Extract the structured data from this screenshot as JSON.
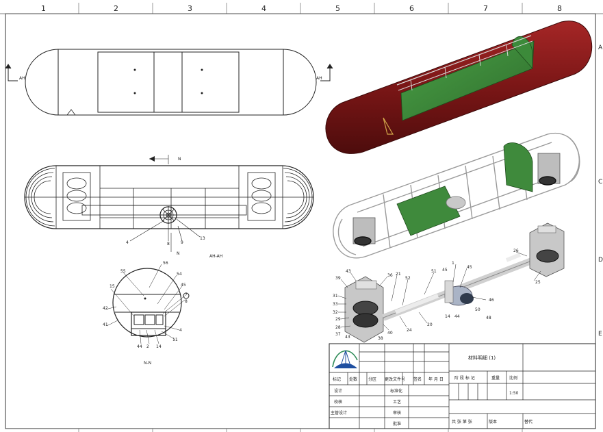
{
  "sheet": {
    "column_numbers": [
      "1",
      "2",
      "3",
      "4",
      "5",
      "6",
      "7",
      "8"
    ],
    "edge_marks": [
      "A",
      "C",
      "D",
      "E"
    ]
  },
  "views": {
    "top_view_section_marker": "AH",
    "section_marker_n": "N",
    "section_label_ah": "AH-AH",
    "section_label_n": "N-N"
  },
  "callouts": {
    "plan": [
      "4",
      "8",
      "13",
      "9"
    ],
    "section": [
      "56",
      "55",
      "54",
      "45",
      "7",
      "8",
      "15",
      "42",
      "41",
      "4",
      "11",
      "44",
      "2",
      "14"
    ],
    "exploded": [
      "43",
      "39",
      "31",
      "33",
      "32",
      "29",
      "28",
      "37",
      "43",
      "36",
      "21",
      "52",
      "51",
      "1",
      "45",
      "45",
      "46",
      "14",
      "44",
      "50",
      "48",
      "20",
      "24",
      "40",
      "38",
      "26",
      "25"
    ]
  },
  "title_block": {
    "part_name": "材料明细 (1)",
    "rev_headers": [
      "标记",
      "处数",
      "分区",
      "更改文件号",
      "签名",
      "年 月 日"
    ],
    "sign_rows": [
      {
        "left": "设计",
        "mid": "标准化"
      },
      {
        "left": "校核",
        "mid": "工艺"
      },
      {
        "left": "主管设计",
        "mid": "审核"
      },
      {
        "left": "",
        "mid": "批准"
      }
    ],
    "stage_label": "阶 段 标 记",
    "weight_label": "重量",
    "scale_label": "比例",
    "scale_value": "1:50",
    "sheets_label": "共  张  第  张",
    "version_label": "版本",
    "replace_label": "替代"
  },
  "colors": {
    "hull_red": "#7a1616",
    "deck_green": "#3f8a3c",
    "logo_green": "#2e8b57",
    "logo_blue": "#1f4fa0"
  }
}
